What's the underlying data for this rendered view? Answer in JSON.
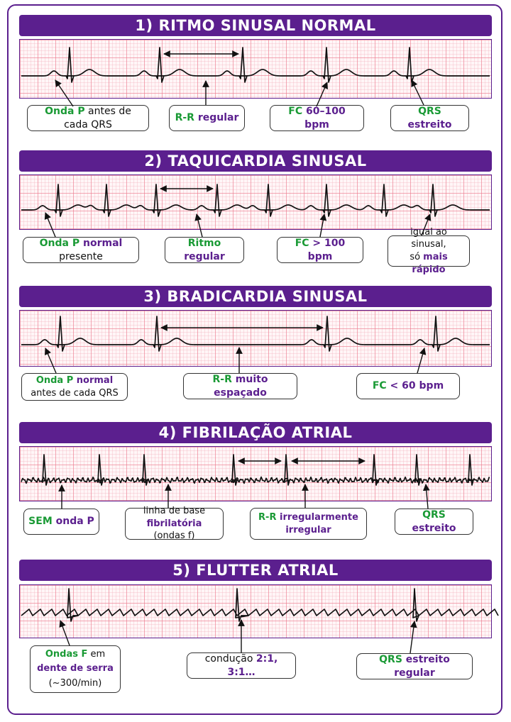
{
  "sections": [
    {
      "title": "1) RITMO SINUSAL NORMAL",
      "labels": [
        {
          "parts": [
            {
              "t": "Onda P",
              "c": "g"
            },
            {
              "t": " antes de cada QRS",
              "c": ""
            }
          ]
        },
        {
          "parts": [
            {
              "t": "R-R",
              "c": "g"
            },
            {
              "t": " regular",
              "c": "p"
            }
          ]
        },
        {
          "parts": [
            {
              "t": "FC",
              "c": "g"
            },
            {
              "t": " 60–100 bpm",
              "c": "p"
            }
          ]
        },
        {
          "parts": [
            {
              "t": "QRS",
              "c": "g"
            },
            {
              "t": " estreito",
              "c": "p"
            }
          ]
        }
      ]
    },
    {
      "title": "2) TAQUICARDIA SINUSAL",
      "labels": [
        {
          "parts": [
            {
              "t": "Onda P",
              "c": "g"
            },
            {
              "t": " normal",
              "c": "p"
            },
            {
              "t": " presente",
              "c": ""
            }
          ]
        },
        {
          "parts": [
            {
              "t": "Ritmo",
              "c": "g"
            },
            {
              "t": " regular",
              "c": "p"
            }
          ]
        },
        {
          "parts": [
            {
              "t": "FC",
              "c": "g"
            },
            {
              "t": " > 100 bpm",
              "c": "p"
            }
          ]
        },
        {
          "parts": [
            {
              "t": "igual ao sinusal,",
              "c": ""
            },
            {
              "t": "\n",
              "c": ""
            },
            {
              "t": "só ",
              "c": ""
            },
            {
              "t": "mais rápido",
              "c": "p"
            }
          ]
        }
      ]
    },
    {
      "title": "3) BRADICARDIA SINUSAL",
      "labels": [
        {
          "parts": [
            {
              "t": "Onda P",
              "c": "g"
            },
            {
              "t": " normal",
              "c": "p"
            },
            {
              "t": "\n",
              "c": ""
            },
            {
              "t": "antes de cada QRS",
              "c": ""
            }
          ]
        },
        {
          "parts": [
            {
              "t": "R-R",
              "c": "g"
            },
            {
              "t": " muito espaçado",
              "c": "p"
            }
          ]
        },
        {
          "parts": [
            {
              "t": "FC",
              "c": "g"
            },
            {
              "t": " < 60 bpm",
              "c": "p"
            }
          ]
        }
      ]
    },
    {
      "title": "4) FIBRILAÇÃO ATRIAL",
      "labels": [
        {
          "parts": [
            {
              "t": "SEM",
              "c": "g"
            },
            {
              "t": " onda P",
              "c": "p"
            }
          ]
        },
        {
          "parts": [
            {
              "t": "linha de base",
              "c": ""
            },
            {
              "t": "\n",
              "c": ""
            },
            {
              "t": "fibrilatória",
              "c": "p"
            },
            {
              "t": " (ondas f)",
              "c": ""
            }
          ]
        },
        {
          "parts": [
            {
              "t": "R-R",
              "c": "g"
            },
            {
              "t": " irregularmente",
              "c": "p"
            },
            {
              "t": "\n",
              "c": ""
            },
            {
              "t": "irregular",
              "c": "p"
            }
          ]
        },
        {
          "parts": [
            {
              "t": "QRS",
              "c": "g"
            },
            {
              "t": " estreito",
              "c": "p"
            }
          ]
        }
      ]
    },
    {
      "title": "5) FLUTTER ATRIAL",
      "labels": [
        {
          "parts": [
            {
              "t": "Ondas F",
              "c": "g"
            },
            {
              "t": " em",
              "c": ""
            },
            {
              "t": "\n",
              "c": ""
            },
            {
              "t": "dente de serra",
              "c": "p"
            },
            {
              "t": "\n",
              "c": ""
            },
            {
              "t": "(~300/min)",
              "c": ""
            }
          ]
        },
        {
          "parts": [
            {
              "t": "condução ",
              "c": ""
            },
            {
              "t": "2:1, 3:1…",
              "c": "p"
            }
          ]
        },
        {
          "parts": [
            {
              "t": "QRS",
              "c": "g"
            },
            {
              "t": " estreito regular",
              "c": "p"
            }
          ]
        }
      ]
    }
  ],
  "colors": {
    "purple": "#5b1f8e",
    "green": "#1a9a35",
    "grid": "#ec788c",
    "trace": "#111111"
  }
}
